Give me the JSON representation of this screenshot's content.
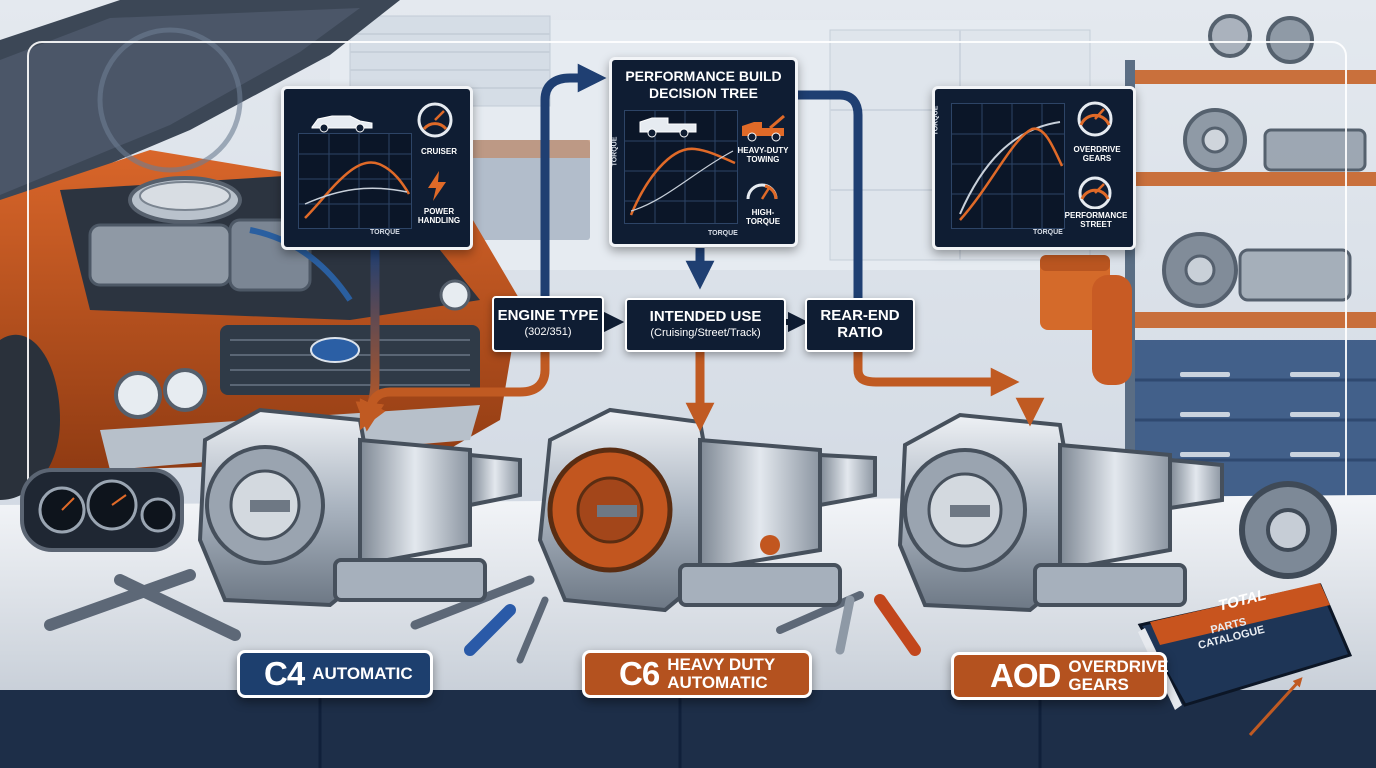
{
  "decision_tree": {
    "title_line1": "PERFORMANCE BUILD",
    "title_line2": "DECISION TREE",
    "steps": [
      {
        "title": "ENGINE TYPE",
        "sub": "(302/351)"
      },
      {
        "title": "INTENDED USE",
        "sub": "(Cruising/Street/Track)"
      },
      {
        "title_line1": "REAR-END",
        "title_line2": "RATIO"
      }
    ]
  },
  "panels": {
    "left": {
      "axis_x": "TORQUE",
      "icon1_label": "CRUISER",
      "icon2_label_line1": "POWER",
      "icon2_label_line2": "HANDLING"
    },
    "center": {
      "axis_x": "TORQUE",
      "axis_y": "TORQUE",
      "icon1_label_line1": "HEAVY-DUTY",
      "icon1_label_line2": "TOWING",
      "icon2_label_line1": "HIGH-",
      "icon2_label_line2": "TORQUE"
    },
    "right": {
      "axis_x": "TORQUE",
      "axis_y": "TORQUE",
      "icon1_label_line1": "OVERDRIVE",
      "icon1_label_line2": "GEARS",
      "icon2_label_line1": "PERFORMANCE",
      "icon2_label_line2": "STREET"
    }
  },
  "transmissions": [
    {
      "code": "C4",
      "desc_line1": "AUTOMATIC",
      "desc_line2": ""
    },
    {
      "code": "C6",
      "desc_line1": "HEAVY DUTY",
      "desc_line2": "AUTOMATIC"
    },
    {
      "code": "AOD",
      "desc_line1": "OVERDRIVE",
      "desc_line2": "GEARS"
    }
  ],
  "catalogue": {
    "brand": "TOTAL",
    "line1": "PARTS",
    "line2": "CATALOGUE"
  },
  "colors": {
    "navy": "#0f1d33",
    "label_blue": "#1d3f6e",
    "label_orange": "#b4521f",
    "arrow_orange": "#c05a22",
    "arrow_blue": "#1f3f72",
    "car_orange": "#c6561d"
  }
}
